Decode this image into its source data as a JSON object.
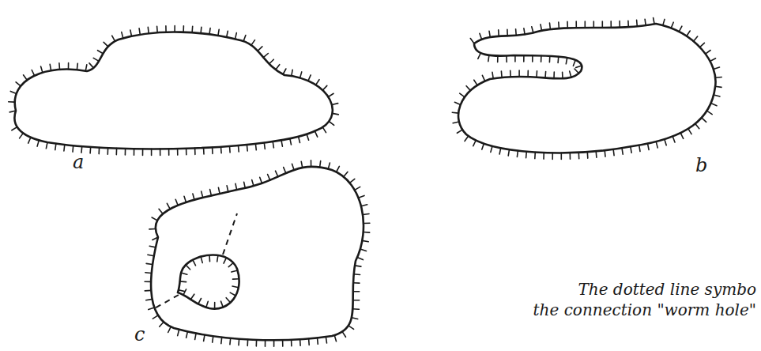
{
  "diagram": {
    "labels": [
      "a",
      "b",
      "c",
      "The dotted line symbo",
      "the connection \"worm hole\""
    ]
  }
}
